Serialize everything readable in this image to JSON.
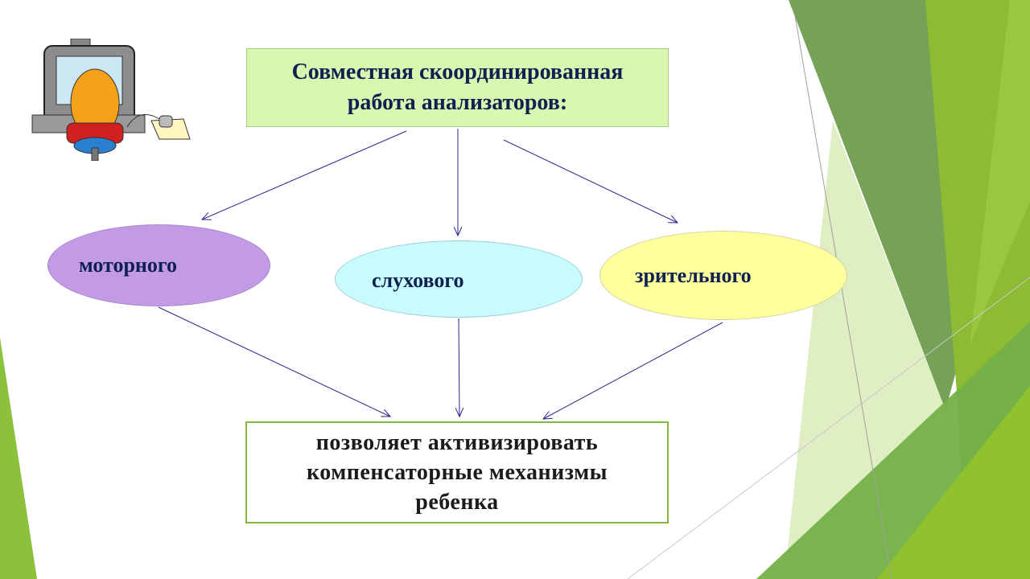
{
  "top_box": {
    "line1": "Совместная скоординированная",
    "line2": "работа анализаторов:"
  },
  "analyzers": [
    {
      "label": "моторного",
      "color": "#c39ae6"
    },
    {
      "label": "слухового",
      "color": "#c8fbfb"
    },
    {
      "label": "зрительного",
      "color": "#ffff9e"
    }
  ],
  "bottom_box": {
    "line1": "позволяет активизировать",
    "line2": "компенсаторные механизмы",
    "line3": "ребенка"
  },
  "colors": {
    "text": "#0f2150",
    "arrow": "#25258f",
    "accent_green": "#86b740"
  }
}
